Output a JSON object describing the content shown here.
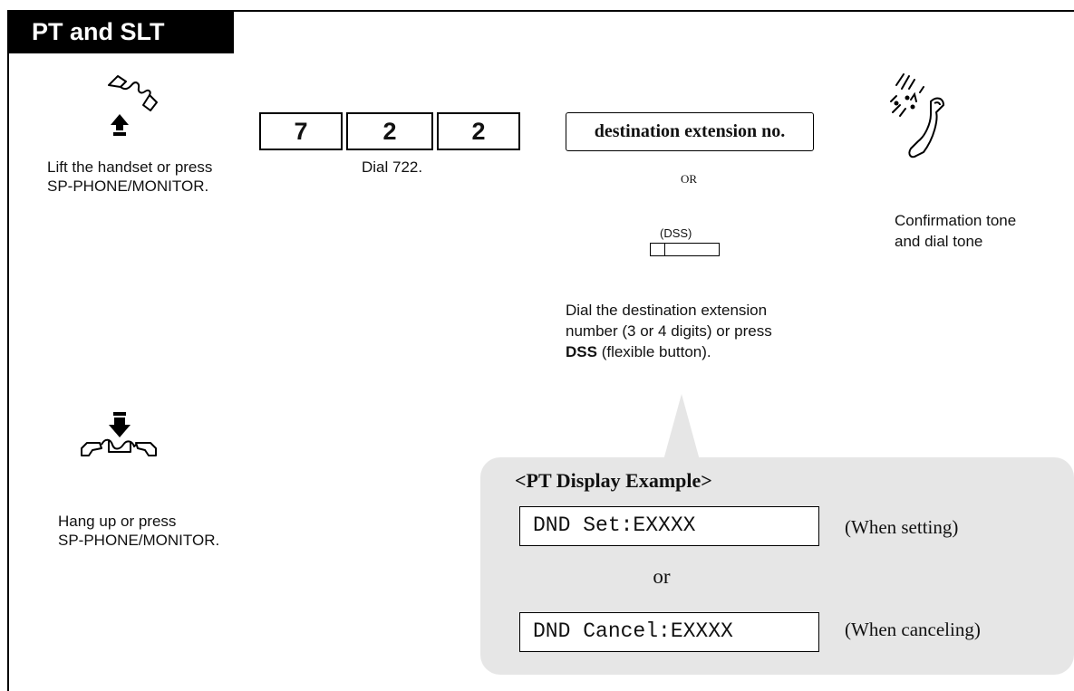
{
  "section": {
    "title": "PT and SLT"
  },
  "steps": {
    "lift": {
      "line1": "Lift the handset or press",
      "line2": "SP-PHONE/MONITOR."
    },
    "dial": {
      "digits": [
        "7",
        "2",
        "2"
      ],
      "caption": "Dial 722."
    },
    "destination": {
      "box_label": "destination extension no.",
      "or_label": "OR",
      "dss_label": "(DSS)",
      "desc_line1": "Dial the destination extension",
      "desc_line2": "number (3 or 4 digits) or press",
      "desc_bold": "DSS",
      "desc_rest": " (flexible button)."
    },
    "confirm": {
      "line1": "Confirmation tone",
      "line2": "and dial tone"
    },
    "hangup": {
      "line1": "Hang up or press",
      "line2": "SP-PHONE/MONITOR."
    }
  },
  "display_example": {
    "title": "<PT Display Example>",
    "set_text": "DND Set:EXXXX",
    "set_note": "(When setting)",
    "or_label": "or",
    "cancel_text": "DND Cancel:EXXXX",
    "cancel_note": "(When canceling)",
    "panel_color": "#e6e6e6"
  },
  "icons": {
    "lift": "handset-lift-icon",
    "hangup": "handset-hangup-icon",
    "tone": "tone-handset-icon",
    "dss": "dss-button-icon"
  }
}
